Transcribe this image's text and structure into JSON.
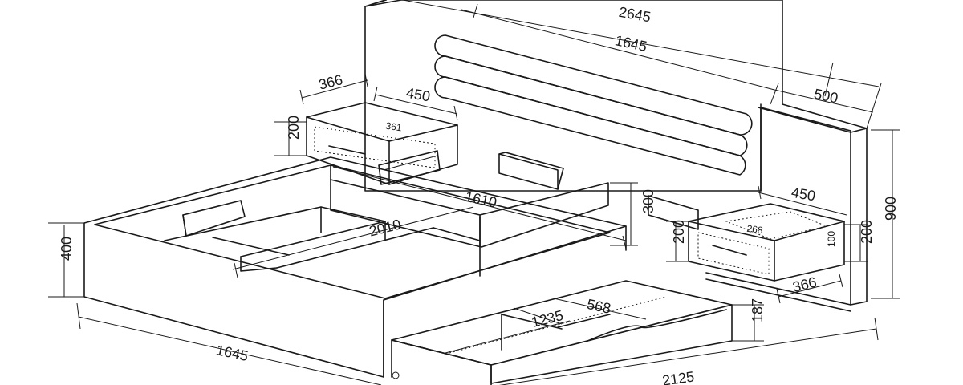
{
  "dimensions": {
    "headboard_length": "2645",
    "cushion_length": "1645",
    "shelf_width": "500",
    "headboard_height": "900",
    "left_table_width": "366",
    "left_table_depth": "450",
    "left_table_height": "200",
    "left_drawer_width": "361",
    "right_table_depth": "450",
    "right_table_width": "366",
    "right_table_height_left": "200",
    "right_table_height_right": "200",
    "right_drawer_width": "268",
    "right_drawer_depth": "100",
    "frame_height": "400",
    "frame_width": "1645",
    "frame_length": "2125",
    "inner_length": "2010",
    "inner_width": "1610",
    "footboard_height": "300",
    "drawer_width": "1235",
    "drawer_depth": "568",
    "drawer_height": "187"
  }
}
